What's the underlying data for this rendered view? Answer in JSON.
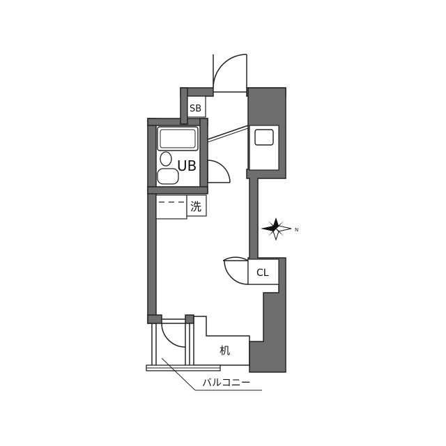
{
  "labels": {
    "sb": "SB",
    "ub": "UB",
    "washer": "洗",
    "closet": "CL",
    "desk": "机",
    "balcony": "バルコニー"
  },
  "compass": {
    "direction_label": "N"
  },
  "colors": {
    "wall": "#6e6e6e",
    "line": "#222222",
    "background": "#ffffff"
  }
}
